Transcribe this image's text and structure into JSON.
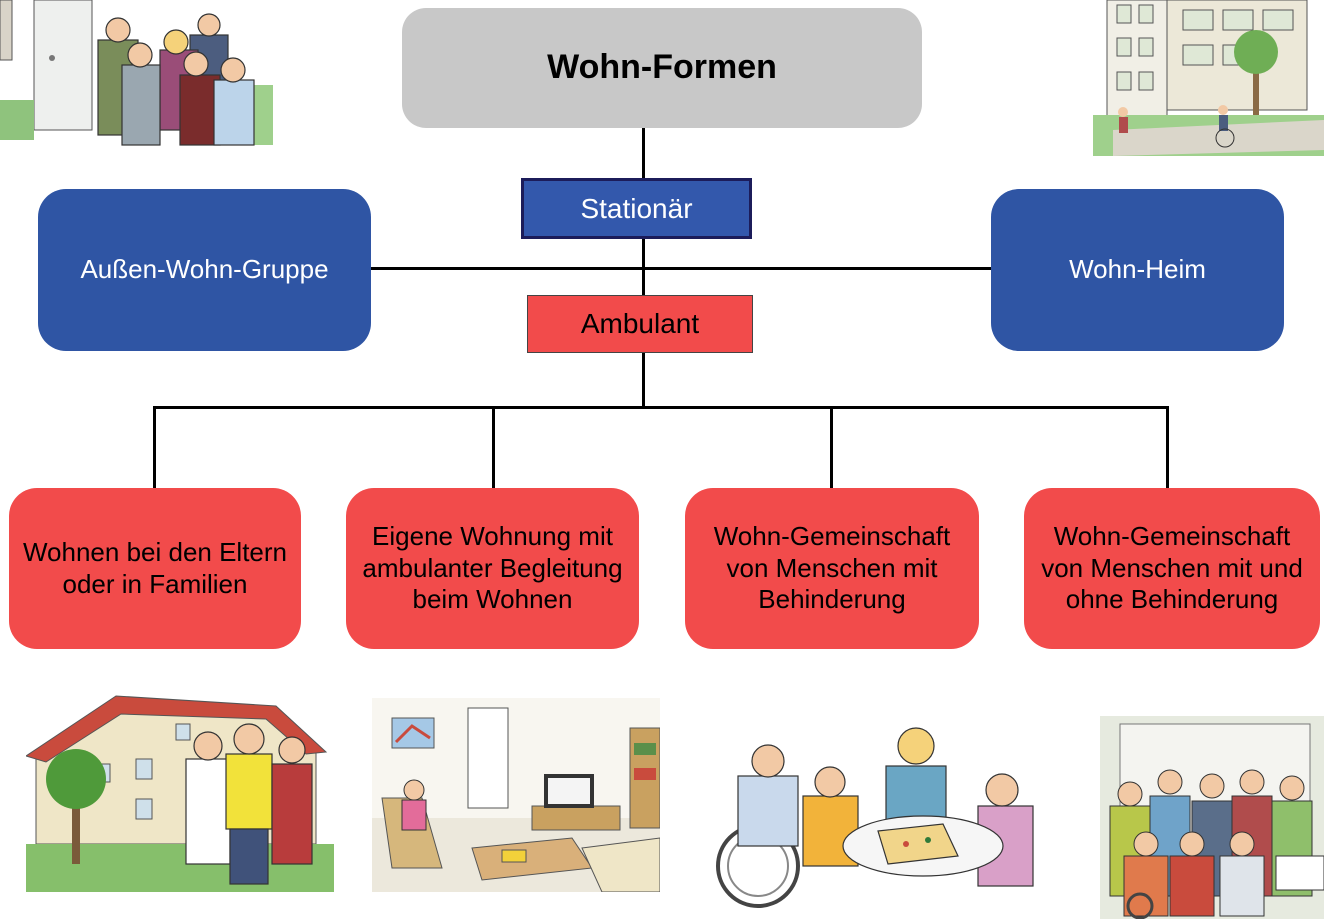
{
  "diagram": {
    "title": "Wohn-Formen",
    "stationaer_label": "Stationär",
    "ambulant_label": "Ambulant",
    "stationaer_options": [
      {
        "label": "Außen-Wohn-Gruppe"
      },
      {
        "label": "Wohn-Heim"
      }
    ],
    "ambulant_options": [
      {
        "label": "Wohnen bei den Eltern oder in Familien"
      },
      {
        "label": "Eigene Wohnung mit ambulanter Begleitung beim Wohnen"
      },
      {
        "label": "Wohn-Gemeinschaft von Menschen mit Behinderung"
      },
      {
        "label": "Wohn-Gemeinschaft von Menschen mit und ohne Behinderung"
      }
    ]
  },
  "colors": {
    "title_box": "#c8c8c8",
    "stationaer": "#2f55a4",
    "ambulant": "#f24b4b",
    "connector": "#000000"
  },
  "illustrations": [
    "family-group-at-door-illustration",
    "apartment-building-illustration",
    "family-in-front-of-house-illustration",
    "living-room-apartment-illustration",
    "shared-flat-board-game-illustration",
    "mixed-group-portrait-illustration"
  ]
}
